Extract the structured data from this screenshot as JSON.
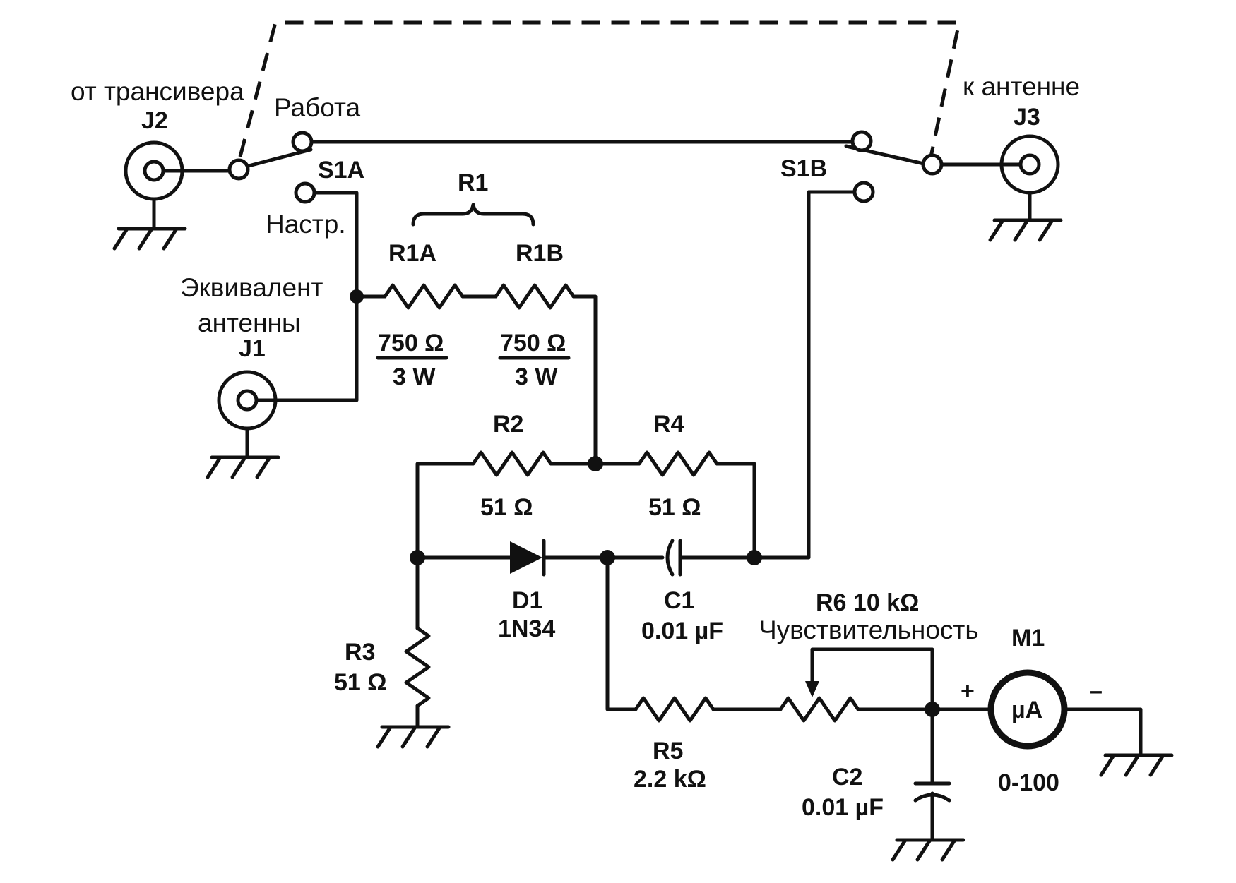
{
  "labels": {
    "from_transceiver": "от трансивера",
    "work": "Работа",
    "tune": "Настр.",
    "to_antenna": "к антенне",
    "dummy_line1": "Эквивалент",
    "dummy_line2": "антенны",
    "sensitivity": "Чувствительность"
  },
  "components": {
    "J1": "J1",
    "J2": "J2",
    "J3": "J3",
    "S1A": "S1A",
    "S1B": "S1B",
    "R1": "R1",
    "R1A": {
      "ref": "R1A",
      "value": "750 Ω",
      "power": "3 W"
    },
    "R1B": {
      "ref": "R1B",
      "value": "750 Ω",
      "power": "3 W"
    },
    "R2": {
      "ref": "R2",
      "value": "51 Ω"
    },
    "R3": {
      "ref": "R3",
      "value": "51 Ω"
    },
    "R4": {
      "ref": "R4",
      "value": "51 Ω"
    },
    "R5": {
      "ref": "R5",
      "value": "2.2 kΩ"
    },
    "R6": {
      "ref_value": "R6 10 kΩ"
    },
    "D1": {
      "ref": "D1",
      "part": "1N34"
    },
    "C1": {
      "ref": "C1",
      "value": "0.01 µF"
    },
    "C2": {
      "ref": "C2",
      "value": "0.01 µF"
    },
    "M1": {
      "ref": "M1",
      "symbol": "µA",
      "range": "0-100",
      "plus": "+",
      "minus": "–"
    }
  }
}
